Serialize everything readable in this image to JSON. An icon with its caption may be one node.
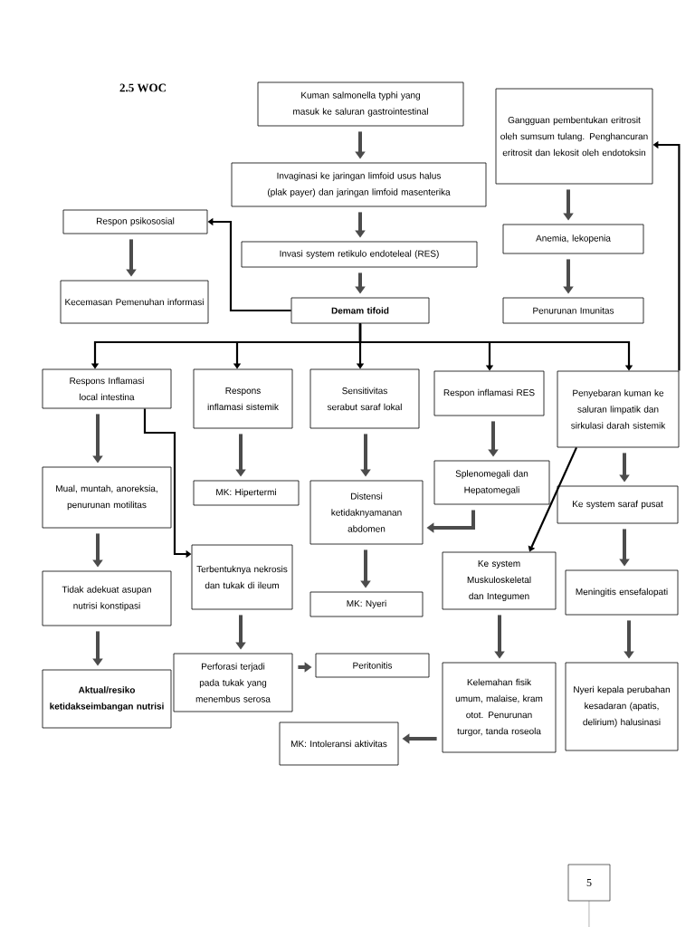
{
  "diagram": {
    "title": "2.5 WOC",
    "nodes": [
      {
        "text": [
          "Kuman salmonella typhi yang masuk ke saluran gastrointestinal"
        ]
      },
      {
        "text": [
          "Gangguan pembentukan eritrosit oleh sumsum tulang. Penghancuran eritrosit dan lekosit oleh endotoksin"
        ]
      },
      {
        "text": [
          "Invaginasi ke jaringan limfoid usus halus (plak payer) dan jaringan limfoid masenterika"
        ]
      },
      {
        "text": [
          "Respon psikososial"
        ]
      },
      {
        "text": [
          "Invasi system retikulo endoteleal (RES)"
        ]
      },
      {
        "text": [
          "Anemia, lekopenia"
        ]
      },
      {
        "text": [
          "Kecemasan Pemenuhan informasi"
        ]
      },
      {
        "text": [
          "Demam tifoid"
        ]
      },
      {
        "text": [
          "Penurunan Imunitas"
        ]
      },
      {
        "text": [
          "Respons Inflamasi local intestina"
        ]
      },
      {
        "text": [
          "Respons inflamasi sistemik"
        ]
      },
      {
        "text": [
          "Sensitivitas serabut saraf lokal"
        ]
      },
      {
        "text": [
          "Respon inflamasi RES"
        ]
      },
      {
        "text": [
          "Penyebaran kuman ke saluran limpatik dan sirkulasi darah sistemik"
        ]
      },
      {
        "text": [
          "Mual, muntah, anoreksia, penurunan motilitas"
        ]
      },
      {
        "text": [
          "MK: Hipertermi"
        ]
      },
      {
        "text": [
          "Splenomegali dan Hepatomegali"
        ]
      },
      {
        "text": [
          "Distensi ketidaknyamanan abdomen"
        ]
      },
      {
        "text": [
          "Ke system saraf pusat"
        ]
      },
      {
        "text": [
          "Terbentuknya nekrosis dan tukak di ileum"
        ]
      },
      {
        "text": [
          "Ke system Muskuloskeletal dan Integumen"
        ]
      },
      {
        "text": [
          "Tidak adekuat asupan nutrisi konstipasi"
        ]
      },
      {
        "text": [
          "MK: Nyeri"
        ]
      },
      {
        "text": [
          "Meningitis ensefalopati"
        ]
      },
      {
        "text": [
          "Perforasi terjadi pada tukak yang menembus serosa"
        ]
      },
      {
        "text": [
          "Peritonitis"
        ]
      },
      {
        "text": [
          "Aktual/resiko ketidakseimbangan nutrisi"
        ]
      },
      {
        "text": [
          "Kelemahan fisik umum, malaise, kram otot. Penurunan turgor, tanda roseola"
        ]
      },
      {
        "text": [
          "Nyeri kepala perubahan kesadaran (apatis, delirium) halusinasi"
        ]
      },
      {
        "text": [
          "MK: Intoleransi aktivitas"
        ]
      }
    ],
    "edges": [
      {
        "from": 0,
        "to": 2,
        "arrow": "to"
      },
      {
        "from": 2,
        "to": 4,
        "arrow": "to"
      },
      {
        "from": 4,
        "to": 7,
        "arrow": "to"
      },
      {
        "from": 7,
        "to": 3,
        "arrow": "to"
      },
      {
        "from": 3,
        "to": 6,
        "arrow": "to"
      },
      {
        "from": 1,
        "to": 5,
        "arrow": "to"
      },
      {
        "from": 5,
        "to": 8,
        "arrow": "to"
      },
      {
        "from": 7,
        "to": 9,
        "arrow": "to"
      },
      {
        "from": 7,
        "to": 10,
        "arrow": "to"
      },
      {
        "from": 7,
        "to": 11,
        "arrow": "to"
      },
      {
        "from": 7,
        "to": 12,
        "arrow": "to"
      },
      {
        "from": 7,
        "to": 13,
        "arrow": "to"
      },
      {
        "from": 13,
        "to": 1,
        "arrow": "to"
      },
      {
        "from": 9,
        "to": 14,
        "arrow": "to"
      },
      {
        "from": 9,
        "to": 19,
        "arrow": "to"
      },
      {
        "from": 14,
        "to": 21,
        "arrow": "to"
      },
      {
        "from": 21,
        "to": 26,
        "arrow": "to"
      },
      {
        "from": 10,
        "to": 15,
        "arrow": "to"
      },
      {
        "from": 11,
        "to": 17,
        "arrow": "to"
      },
      {
        "from": 17,
        "to": 22,
        "arrow": "to"
      },
      {
        "from": 12,
        "to": 16,
        "arrow": "to"
      },
      {
        "from": 16,
        "to": 17,
        "arrow": "to"
      },
      {
        "from": 13,
        "to": 20,
        "arrow": "to"
      },
      {
        "from": 13,
        "to": 18,
        "arrow": "to"
      },
      {
        "from": 18,
        "to": 23,
        "arrow": "to"
      },
      {
        "from": 20,
        "to": 27,
        "arrow": "to"
      },
      {
        "from": 23,
        "to": 28,
        "arrow": "to"
      },
      {
        "from": 19,
        "to": 24,
        "arrow": "to"
      },
      {
        "from": 24,
        "to": 25,
        "arrow": "to"
      },
      {
        "from": 27,
        "to": 29,
        "arrow": "to"
      }
    ],
    "labels": [
      "5"
    ]
  }
}
